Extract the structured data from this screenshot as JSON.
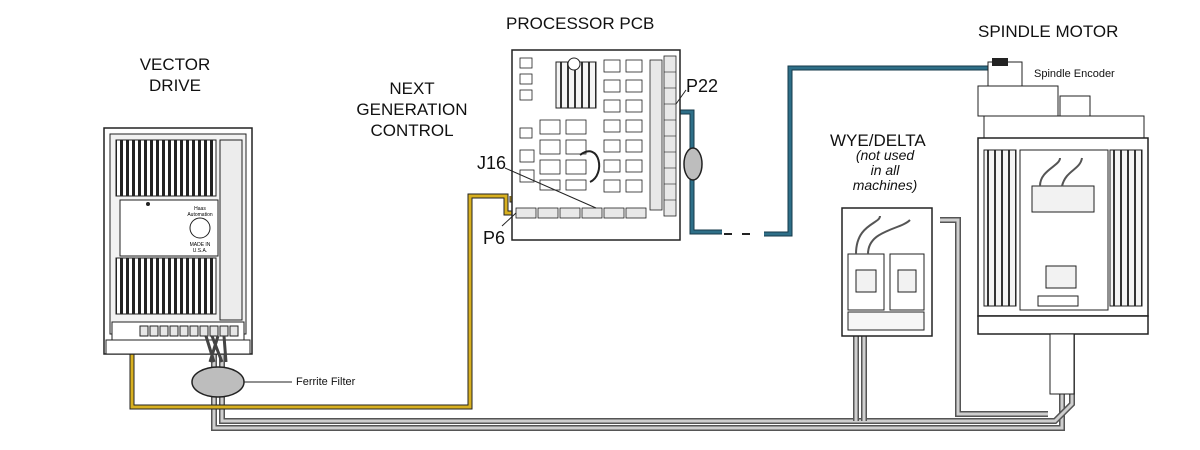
{
  "labels": {
    "vector_drive": [
      "VECTOR",
      "DRIVE"
    ],
    "next_generation_control": [
      "NEXT",
      "GENERATION",
      "CONTROL"
    ],
    "processor_pcb": "PROCESSOR PCB",
    "spindle_motor": "SPINDLE MOTOR",
    "spindle_encoder": "Spindle Encoder",
    "wye_delta": "WYE/DELTA",
    "wye_delta_note": [
      "(not used",
      "in all",
      "machines)"
    ],
    "p22": "P22",
    "j16": "J16",
    "p6": "P6",
    "ferrite_filter": "Ferrite Filter",
    "drive_plate": [
      "Haas",
      "Automation",
      "MADE IN",
      "U.S.A."
    ]
  },
  "colors": {
    "signal_cable": "#d8b020",
    "encoder_cable": "#2e6f88",
    "power_cable": "#888888",
    "line": "#222222"
  }
}
